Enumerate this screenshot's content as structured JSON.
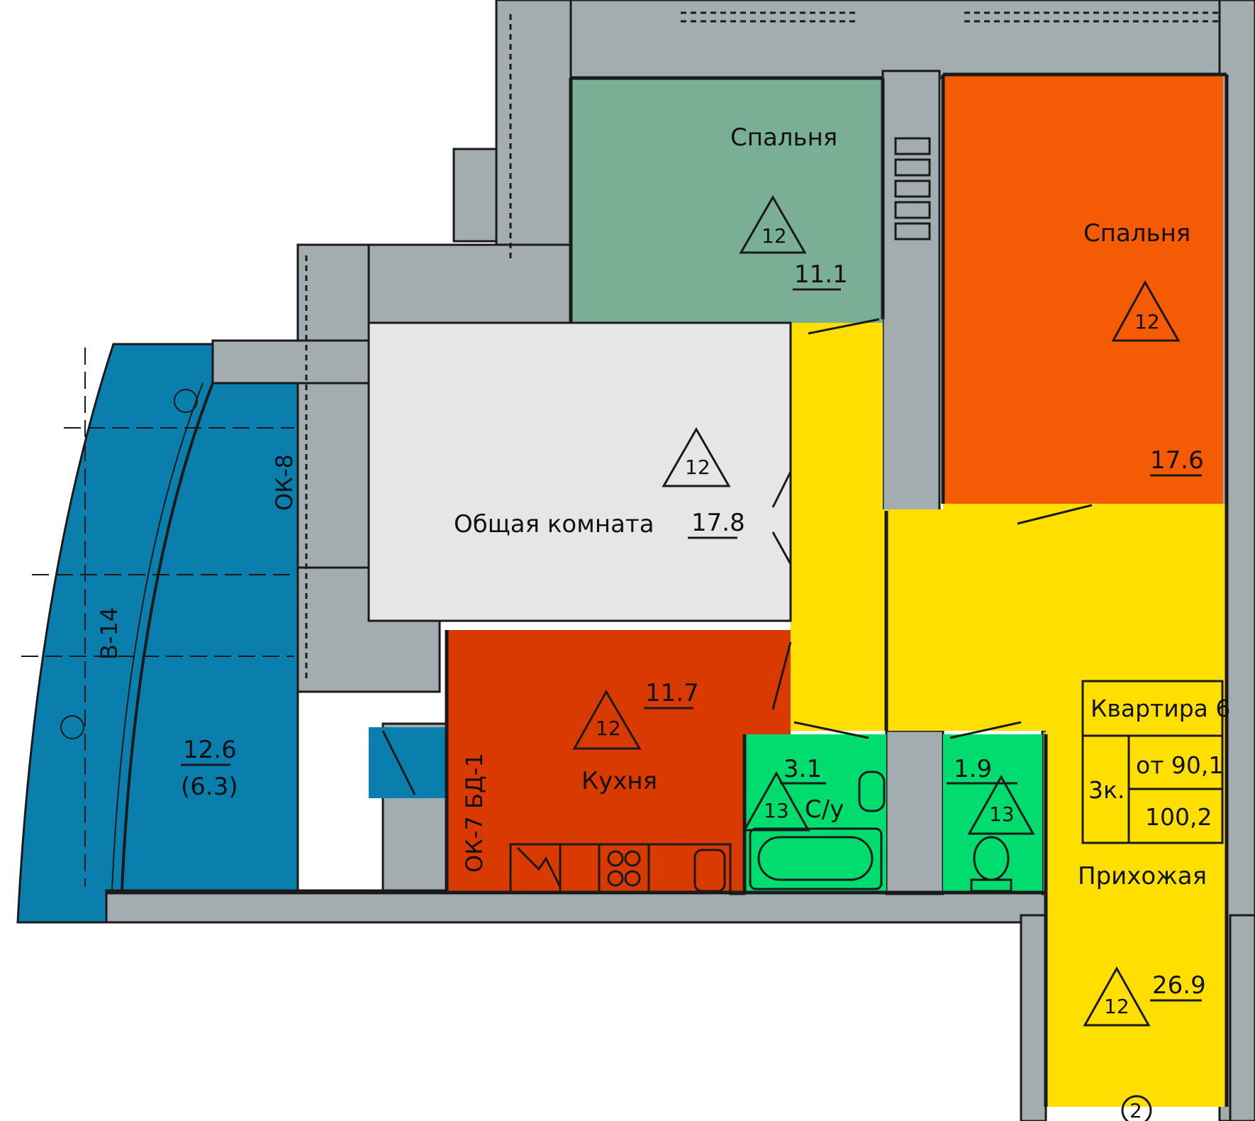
{
  "plan": {
    "colors": {
      "bedroom_small": "#7aaf96",
      "bedroom_large": "#f55a05",
      "living_room": "#e6e6e6",
      "kitchen": "#d93a02",
      "hallway": "#ffdf00",
      "bathroom": "#00dc6e",
      "toilet": "#00dc6e",
      "balcony": "#0a7fae",
      "wall": "#a3adb0",
      "wall_dark": "#1a1a1a"
    },
    "rooms": {
      "bedroom_small": {
        "label": "Спальня",
        "area": "11.1",
        "mark": "12"
      },
      "bedroom_large": {
        "label": "Спальня",
        "area": "17.6",
        "mark": "12"
      },
      "living_room": {
        "label": "Общая комната",
        "area": "17.8",
        "mark": "12"
      },
      "kitchen": {
        "label": "Кухня",
        "area": "11.7",
        "mark": "12"
      },
      "bathroom": {
        "label": "С/у",
        "area": "3.1",
        "mark": "13"
      },
      "toilet": {
        "area": "1.9",
        "mark": "13"
      },
      "hallway": {
        "label": "Прихожая",
        "area": "26.9",
        "mark": "12"
      },
      "balcony": {
        "area": "12.6",
        "area_reduced": "(6.3)"
      }
    },
    "codes": {
      "window_living": "ОК-8",
      "balcony_glazing": "В-14",
      "kitchen_door": "ОК-7 БД-1"
    },
    "apartment_card": {
      "title": "Квартира 6",
      "rooms": "3к.",
      "area_from": "от 90,1",
      "area_total": "100,2"
    },
    "entrance_marker": "2"
  }
}
